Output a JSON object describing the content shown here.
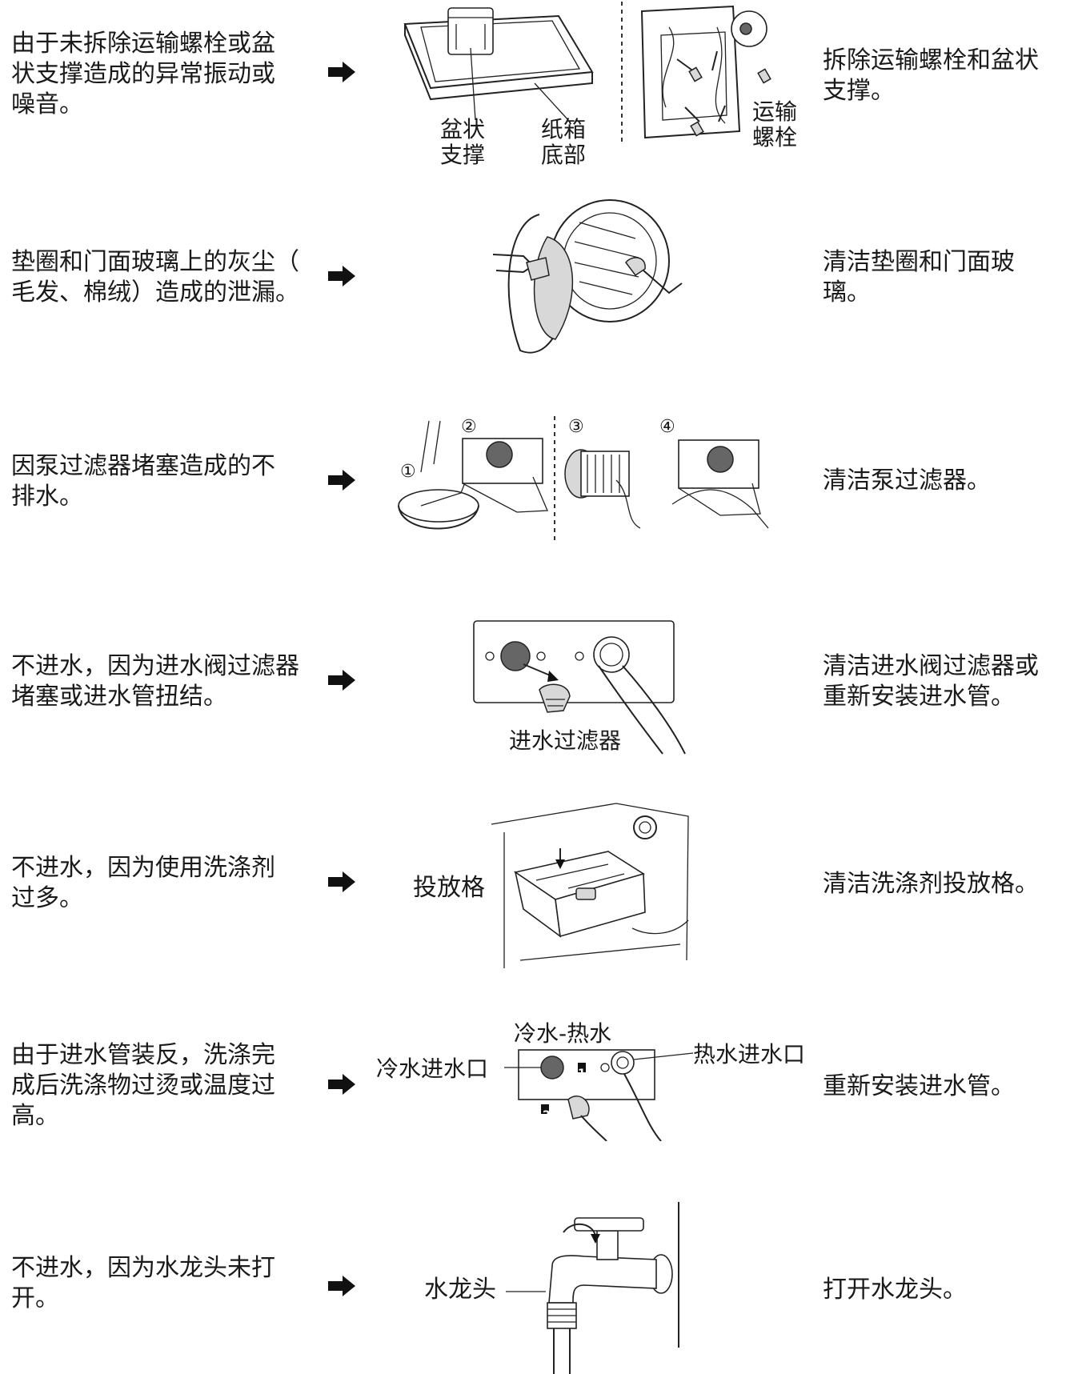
{
  "rows": [
    {
      "cause": "由于未拆除运输螺栓或盆\n状支撑造成的异常振动或\n噪音。",
      "remedy": "拆除运输螺栓和盆状\n支撑。",
      "labels": {
        "a": "盆状\n支撑",
        "b": "纸箱\n底部",
        "c": "运输\n螺栓"
      }
    },
    {
      "cause": "垫圈和门面玻璃上的灰尘（\n毛发、棉绒）造成的泄漏。",
      "remedy": "清洁垫圈和门面玻\n璃。"
    },
    {
      "cause": "因泵过滤器堵塞造成的不\n排水。",
      "remedy": "清洁泵过滤器。",
      "steps": [
        "①",
        "②",
        "③",
        "④"
      ]
    },
    {
      "cause": "不进水，因为进水阀过滤器\n堵塞或进水管扭结。",
      "remedy": "清洁进水阀过滤器或\n重新安装进水管。",
      "labels": {
        "a": "进水过滤器"
      }
    },
    {
      "cause": "不进水，因为使用洗涤剂\n过多。",
      "remedy": "清洁洗涤剂投放格。",
      "labels": {
        "a": "投放格"
      }
    },
    {
      "cause": "由于进水管装反，洗涤完\n成后洗涤物过烫或温度过\n高。",
      "remedy": "重新安装进水管。",
      "labels": {
        "a": "冷水-热水",
        "b": "冷水进水口",
        "c": "热水进水口"
      },
      "badges": [
        "1",
        "2"
      ]
    },
    {
      "cause": "不进水，因为水龙头未打\n开。",
      "remedy": "打开水龙头。",
      "labels": {
        "a": "水龙头"
      }
    }
  ]
}
